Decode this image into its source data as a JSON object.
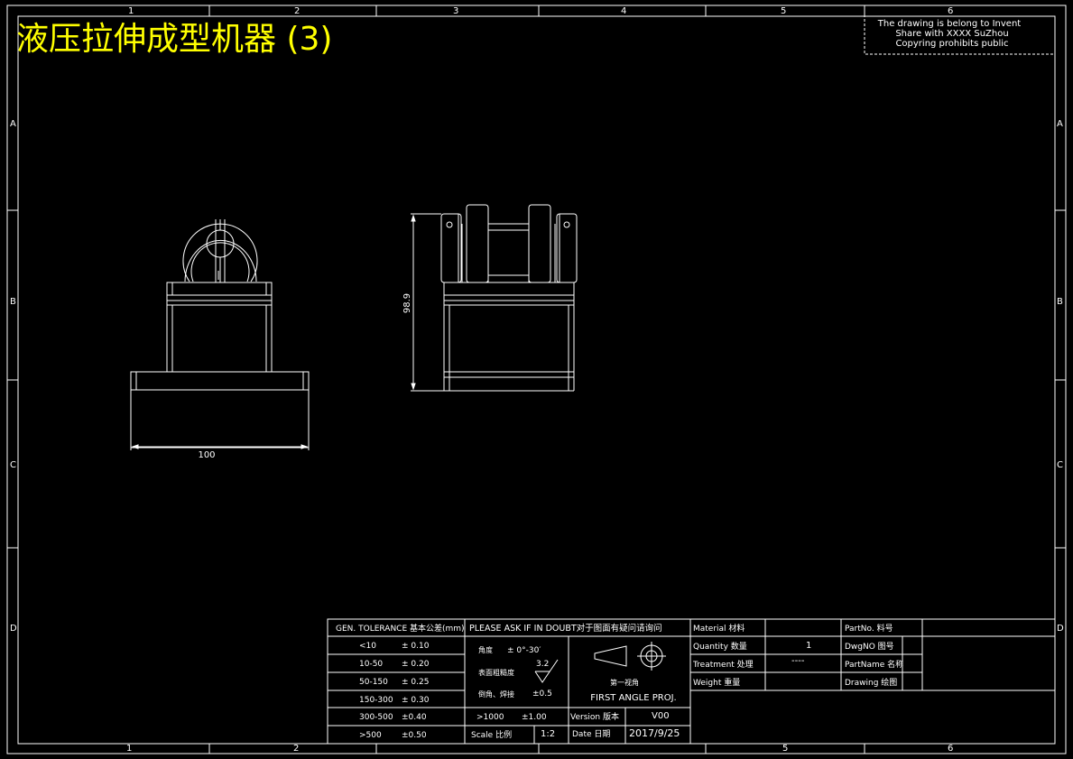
{
  "title": "液压拉伸成型机器 (3)",
  "notice": {
    "line1": "The drawing is belong to Invent",
    "line2": "Share with XXXX SuZhou",
    "line3": "Copyring prohibits public"
  },
  "zones": {
    "columns": [
      "1",
      "2",
      "3",
      "4",
      "5",
      "6"
    ],
    "rows": [
      "A",
      "B",
      "C",
      "D"
    ]
  },
  "dimensions": {
    "width": "100",
    "height": "98.9"
  },
  "title_block": {
    "tolerance_header": "GEN. TOLERANCE 基本公差(mm)",
    "tolerances": [
      {
        "range": "<10",
        "value": "± 0.10"
      },
      {
        "range": "10-50",
        "value": "± 0.20"
      },
      {
        "range": "50-150",
        "value": "± 0.25"
      },
      {
        "range": "150-300",
        "value": "± 0.30"
      },
      {
        "range": "300-500",
        "value": "±0.40"
      },
      {
        "range": ">500",
        "value": "±0.50"
      }
    ],
    "ask_note": "PLEASE ASK IF IN DOUBT对于图面有疑问请询问",
    "angle_label": "角度",
    "angle_value": "± 0°-30′",
    "surface_label": "表面粗糙度",
    "surface_value": "3.2",
    "weld_label": "倒角、焊接",
    "weld_value": "±0.5",
    "over1000_label": ">1000",
    "over1000_value": "±1.00",
    "scale_label": "Scale 比例",
    "scale_value": "1:2",
    "proj_cn": "第一视角",
    "proj_en": "FIRST ANGLE PROJ.",
    "version_label": "Version 版本",
    "version_value": "V00",
    "date_label": "Date 日期",
    "date_value": "2017/9/25",
    "material_label": "Material 材料",
    "material_value": "",
    "quantity_label": "Quantity 数量",
    "quantity_value": "1",
    "treatment_label": "Treatment 处理",
    "treatment_value": "----",
    "weight_label": "Weight 重量",
    "weight_value": "",
    "partno_label": "PartNo. 料号",
    "dwgno_label": "DwgNO 图号",
    "partname_label": "PartName 名称",
    "drawing_label": "Drawing 绘图"
  }
}
